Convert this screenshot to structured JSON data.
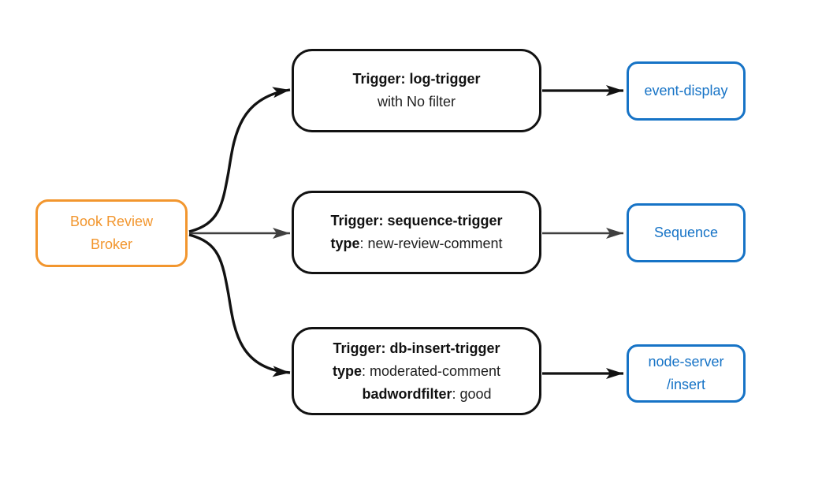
{
  "colors": {
    "background": "#ffffff",
    "broker_accent": "#f2962e",
    "sink_accent": "#1673c6",
    "arrow_black": "#121212",
    "arrow_gray": "#3f3f3f"
  },
  "broker": {
    "line1": "Book Review",
    "line2": "Broker"
  },
  "triggers": [
    {
      "title": "Trigger: log-trigger",
      "line2_key": "",
      "line2_value": "with No filter"
    },
    {
      "title": "Trigger: sequence-trigger",
      "line2_key": "type",
      "line2_value": ": new-review-comment"
    },
    {
      "title": "Trigger: db-insert-trigger",
      "line2_key": "type",
      "line2_value": ": moderated-comment",
      "line3_key": "badwordfilter",
      "line3_value": ": good"
    }
  ],
  "sinks": [
    {
      "line1": "event-display"
    },
    {
      "line1": "Sequence"
    },
    {
      "line1": "node-server",
      "line2": "/insert"
    }
  ]
}
